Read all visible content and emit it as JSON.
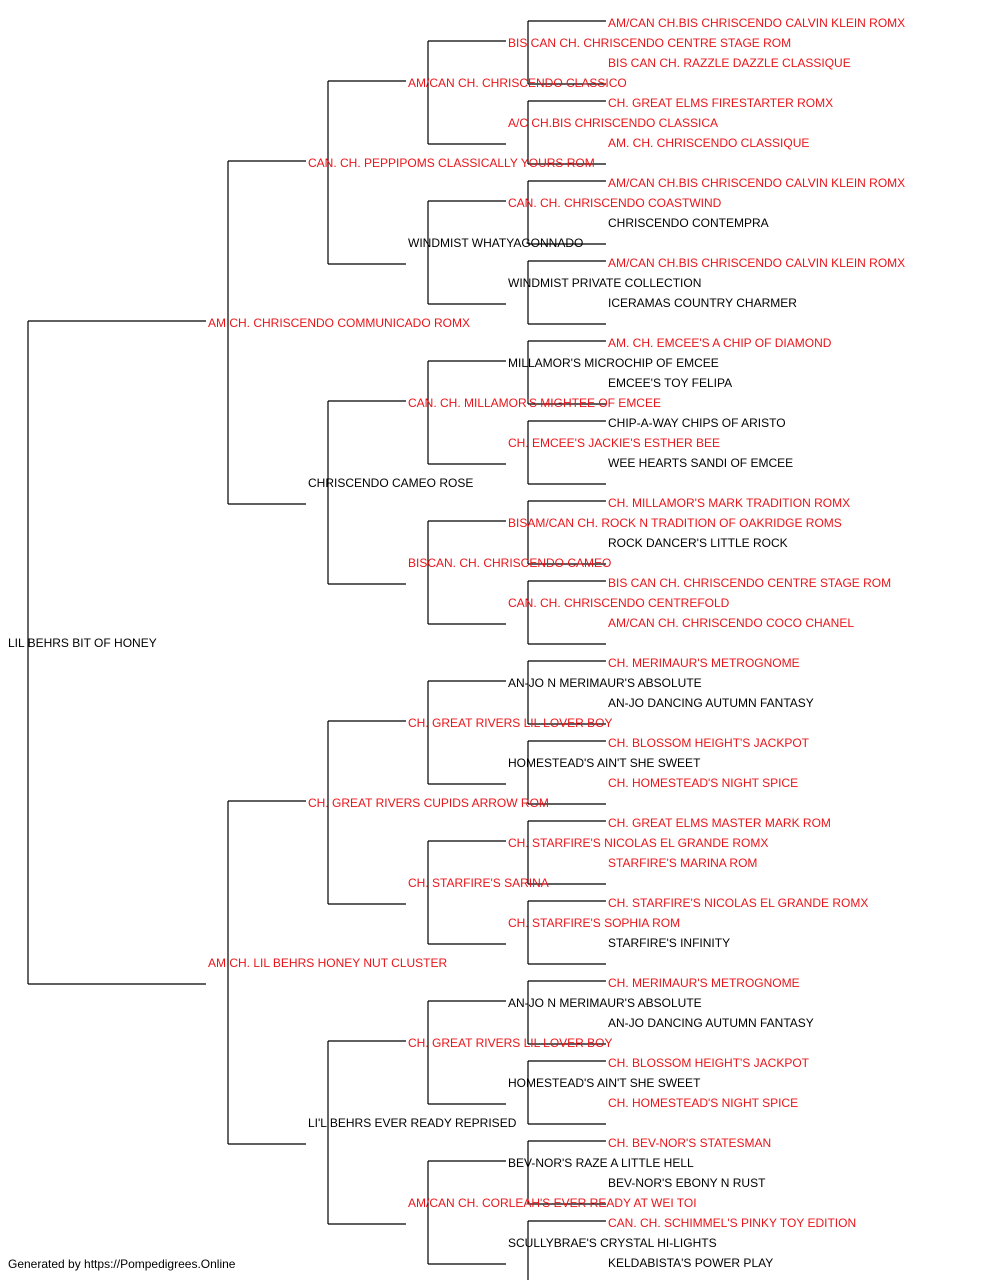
{
  "colors": {
    "champion": "#e8151b",
    "normal": "#000000",
    "line": "#000000"
  },
  "pedigree": {
    "generations": [
      [
        {
          "name": "LIL BEHRS BIT OF HONEY",
          "titled": false
        }
      ],
      [
        {
          "name": "AM CH. CHRISCENDO COMMUNICADO ROMX",
          "titled": true
        },
        {
          "name": "AM CH. LIL BEHRS HONEY NUT CLUSTER",
          "titled": true
        }
      ],
      [
        {
          "name": "CAN. CH. PEPPIPOMS CLASSICALLY YOURS ROM",
          "titled": true
        },
        {
          "name": "CHRISCENDO CAMEO ROSE",
          "titled": false
        },
        {
          "name": "CH. GREAT RIVERS CUPIDS ARROW ROM",
          "titled": true
        },
        {
          "name": "LI'L BEHRS EVER READY REPRISED",
          "titled": false
        }
      ],
      [
        {
          "name": "AM/CAN CH. CHRISCENDO CLASSICO",
          "titled": true
        },
        {
          "name": "WINDMIST WHATYAGONNADO",
          "titled": false
        },
        {
          "name": "CAN. CH. MILLAMOR'S MIGHTEE OF EMCEE",
          "titled": true
        },
        {
          "name": "BISCAN. CH. CHRISCENDO CAMEO",
          "titled": true
        },
        {
          "name": "CH. GREAT RIVERS LIL LOVER BOY",
          "titled": true
        },
        {
          "name": "CH. STARFIRE'S SARINA",
          "titled": true
        },
        {
          "name": "CH. GREAT RIVERS LIL LOVER BOY",
          "titled": true
        },
        {
          "name": "AM/CAN CH. CORLEAH'S EVER READY AT WEI TOI",
          "titled": true
        }
      ],
      [
        {
          "name": "BIS CAN CH. CHRISCENDO CENTRE STAGE ROM",
          "titled": true
        },
        {
          "name": "A/C CH.BIS CHRISCENDO CLASSICA",
          "titled": true
        },
        {
          "name": "CAN. CH. CHRISCENDO COASTWIND",
          "titled": true
        },
        {
          "name": "WINDMIST PRIVATE COLLECTION",
          "titled": false
        },
        {
          "name": "MILLAMOR'S MICROCHIP OF EMCEE",
          "titled": false
        },
        {
          "name": "CH. EMCEE'S JACKIE'S ESTHER BEE",
          "titled": true
        },
        {
          "name": "BISAM/CAN CH. ROCK N TRADITION OF OAKRIDGE ROMS",
          "titled": true
        },
        {
          "name": "CAN. CH. CHRISCENDO CENTREFOLD",
          "titled": true
        },
        {
          "name": "AN-JO N MERIMAUR'S ABSOLUTE",
          "titled": false
        },
        {
          "name": "HOMESTEAD'S AIN'T SHE SWEET",
          "titled": false
        },
        {
          "name": "CH. STARFIRE'S NICOLAS EL GRANDE ROMX",
          "titled": true
        },
        {
          "name": "CH. STARFIRE'S SOPHIA ROM",
          "titled": true
        },
        {
          "name": "AN-JO N MERIMAUR'S ABSOLUTE",
          "titled": false
        },
        {
          "name": "HOMESTEAD'S AIN'T SHE SWEET",
          "titled": false
        },
        {
          "name": "BEV-NOR'S RAZE A LITTLE HELL",
          "titled": false
        },
        {
          "name": "SCULLYBRAE'S CRYSTAL HI-LIGHTS",
          "titled": false
        }
      ],
      [
        {
          "name": "AM/CAN CH.BIS CHRISCENDO CALVIN KLEIN ROMX",
          "titled": true
        },
        {
          "name": "BIS CAN CH. RAZZLE DAZZLE CLASSIQUE",
          "titled": true
        },
        {
          "name": "CH. GREAT ELMS FIRESTARTER ROMX",
          "titled": true
        },
        {
          "name": "AM. CH. CHRISCENDO CLASSIQUE",
          "titled": true
        },
        {
          "name": "AM/CAN CH.BIS CHRISCENDO CALVIN KLEIN ROMX",
          "titled": true
        },
        {
          "name": "CHRISCENDO CONTEMPRA",
          "titled": false
        },
        {
          "name": "AM/CAN CH.BIS CHRISCENDO CALVIN KLEIN ROMX",
          "titled": true
        },
        {
          "name": "ICERAMAS COUNTRY CHARMER",
          "titled": false
        },
        {
          "name": "AM. CH. EMCEE'S A CHIP OF DIAMOND",
          "titled": true
        },
        {
          "name": "EMCEE'S TOY FELIPA",
          "titled": false
        },
        {
          "name": "CHIP-A-WAY CHIPS OF ARISTO",
          "titled": false
        },
        {
          "name": "WEE HEARTS SANDI OF EMCEE",
          "titled": false
        },
        {
          "name": "CH. MILLAMOR'S MARK TRADITION ROMX",
          "titled": true
        },
        {
          "name": "ROCK DANCER'S LITTLE ROCK",
          "titled": false
        },
        {
          "name": "BIS CAN CH. CHRISCENDO CENTRE STAGE ROM",
          "titled": true
        },
        {
          "name": "AM/CAN CH. CHRISCENDO COCO CHANEL",
          "titled": true
        },
        {
          "name": "CH. MERIMAUR'S METROGNOME",
          "titled": true
        },
        {
          "name": "AN-JO DANCING AUTUMN FANTASY",
          "titled": false
        },
        {
          "name": "CH. BLOSSOM HEIGHT'S JACKPOT",
          "titled": true
        },
        {
          "name": "CH. HOMESTEAD'S NIGHT SPICE",
          "titled": true
        },
        {
          "name": "CH. GREAT ELMS MASTER MARK ROM",
          "titled": true
        },
        {
          "name": "STARFIRE'S MARINA ROM",
          "titled": true
        },
        {
          "name": "CH. STARFIRE'S NICOLAS EL GRANDE ROMX",
          "titled": true
        },
        {
          "name": "STARFIRE'S INFINITY",
          "titled": false
        },
        {
          "name": "CH. MERIMAUR'S METROGNOME",
          "titled": true
        },
        {
          "name": "AN-JO DANCING AUTUMN FANTASY",
          "titled": false
        },
        {
          "name": "CH. BLOSSOM HEIGHT'S JACKPOT",
          "titled": true
        },
        {
          "name": "CH. HOMESTEAD'S NIGHT SPICE",
          "titled": true
        },
        {
          "name": "CH. BEV-NOR'S STATESMAN",
          "titled": true
        },
        {
          "name": "BEV-NOR'S EBONY N RUST",
          "titled": false
        },
        {
          "name": "CAN. CH. SCHIMMEL'S PINKY TOY EDITION",
          "titled": true
        },
        {
          "name": "KELDABISTA'S POWER PLAY",
          "titled": false
        }
      ]
    ]
  },
  "footer": {
    "text": "Generated by https://Pompedigrees.Online"
  }
}
